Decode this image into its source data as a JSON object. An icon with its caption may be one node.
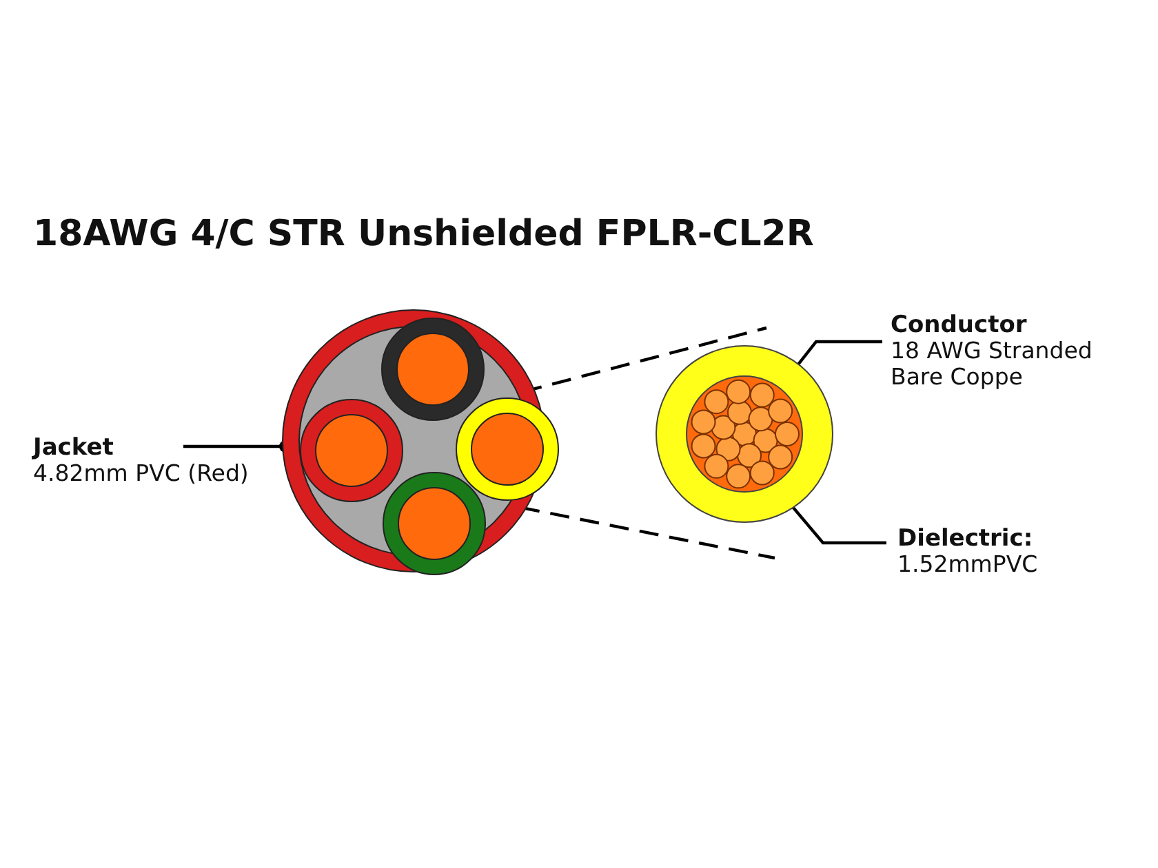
{
  "diagram": {
    "title": "18AWG 4/C STR Unshielded FPLR-CL2R",
    "nodes": [
      {
        "text": [],
        "shape": "picture"
      },
      {
        "text": [
          "Jacket",
          "4.82mm PVC (Red)"
        ]
      },
      {
        "text": [],
        "shape": "circle"
      },
      {
        "text": [],
        "shape": "circle",
        "in": 2
      },
      {
        "text": [
          "Conductor",
          "18 AWG Stranded Bare Coppe"
        ]
      },
      {
        "text": [
          "Dielectric:",
          "1.52mmPVC"
        ]
      }
    ],
    "edges": [
      {
        "from": 1,
        "to": 0,
        "arrow": "other"
      },
      {
        "from": 4,
        "to": 3,
        "arrow": "other"
      },
      {
        "from": 5,
        "to": 2,
        "arrow": "other"
      },
      {
        "from": 0,
        "to": 2,
        "arrow": "none",
        "style": "dashed"
      },
      {
        "from": 0,
        "to": 2,
        "arrow": "none",
        "style": "dashed"
      }
    ]
  }
}
